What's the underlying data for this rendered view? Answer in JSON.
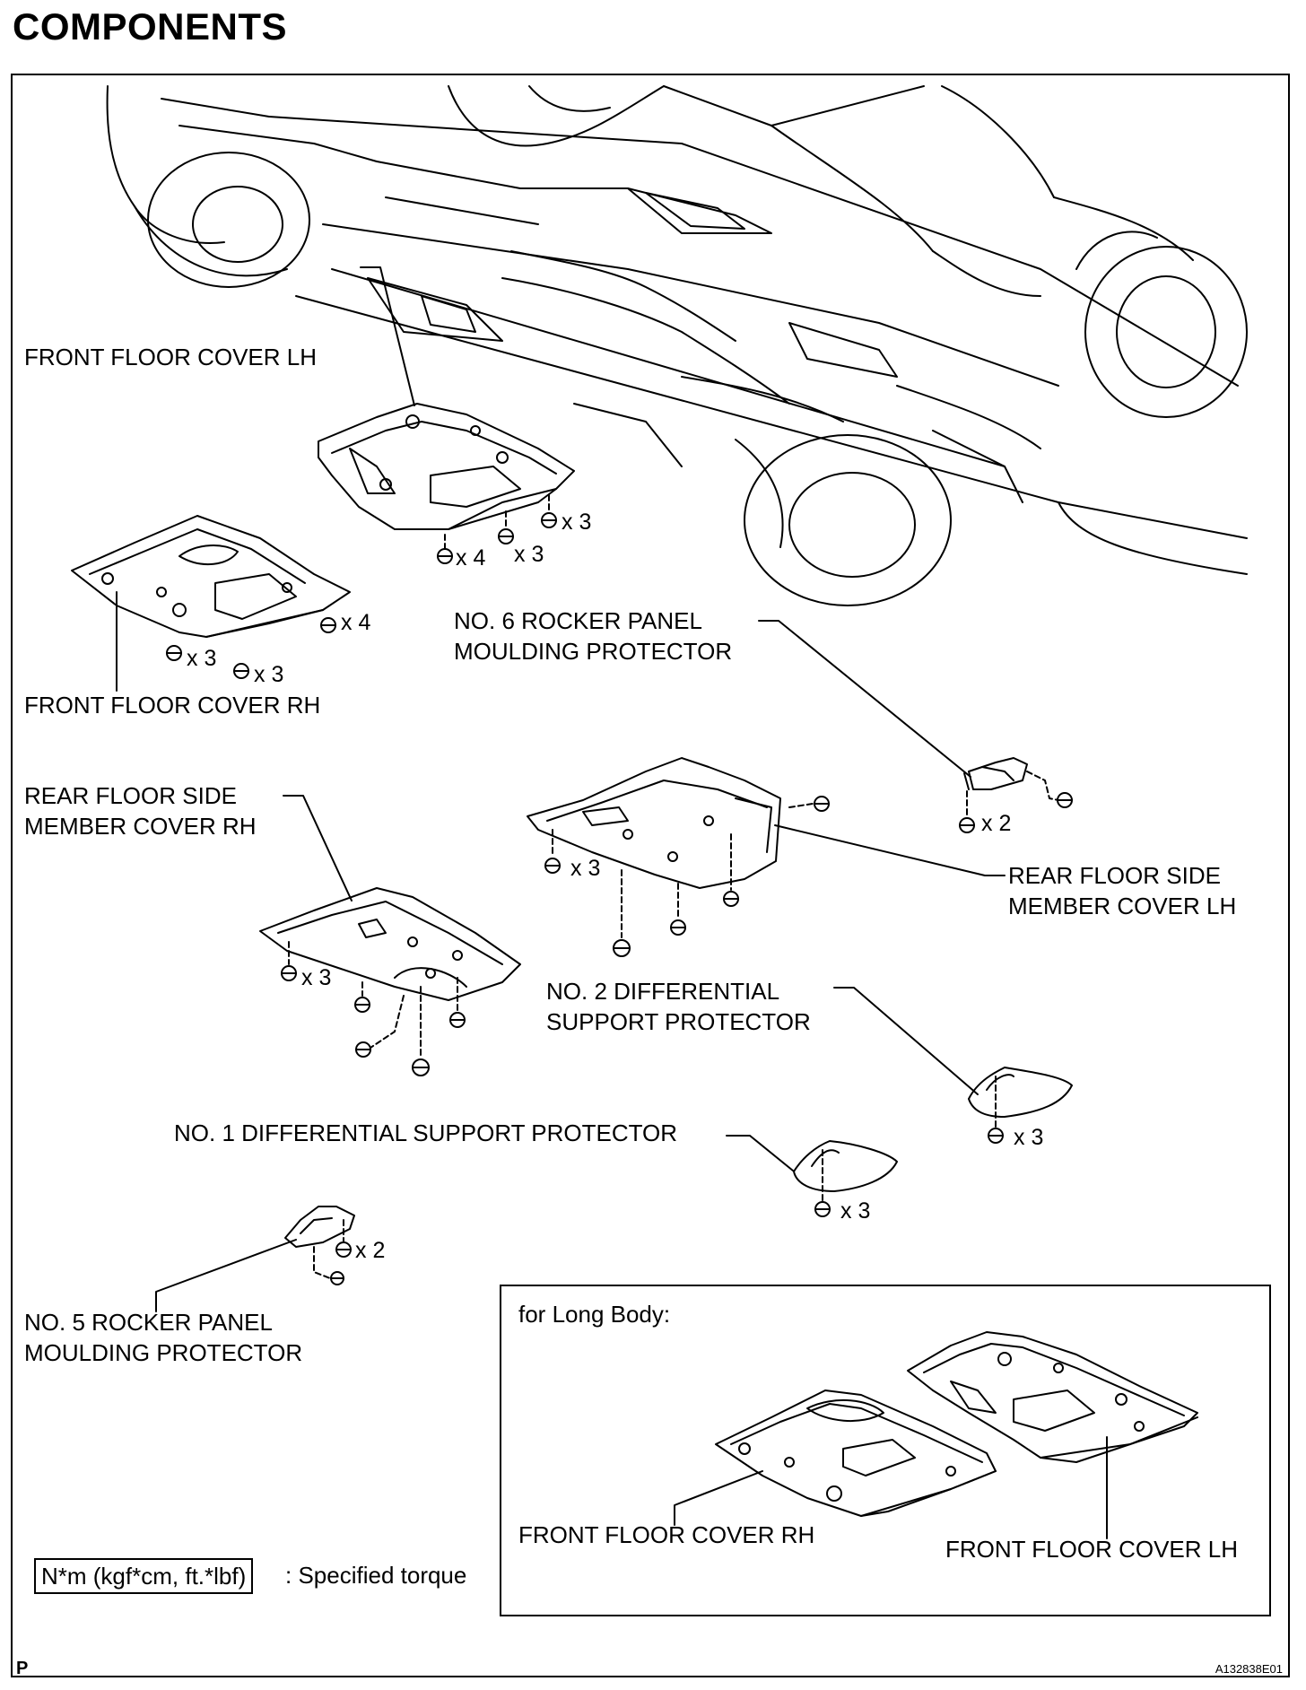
{
  "title": "COMPONENTS",
  "labels": {
    "front_floor_cover_lh": "FRONT FLOOR COVER LH",
    "front_floor_cover_rh": "FRONT FLOOR COVER RH",
    "no6_rocker_line1": "NO. 6 ROCKER PANEL",
    "no6_rocker_line2": "MOULDING PROTECTOR",
    "rear_side_rh_line1": "REAR FLOOR SIDE",
    "rear_side_rh_line2": "MEMBER COVER RH",
    "rear_side_lh_line1": "REAR FLOOR SIDE",
    "rear_side_lh_line2": "MEMBER COVER LH",
    "no2_diff_line1": "NO. 2 DIFFERENTIAL",
    "no2_diff_line2": "SUPPORT PROTECTOR",
    "no1_diff": "NO. 1 DIFFERENTIAL SUPPORT PROTECTOR",
    "no5_rocker_line1": "NO. 5 ROCKER PANEL",
    "no5_rocker_line2": "MOULDING PROTECTOR"
  },
  "quantities": {
    "lh_bolt": "x 3",
    "lh_nut": "x 4",
    "lh_clip": "x 3",
    "rh_nut": "x 4",
    "rh_clip": "x 3",
    "rh_bolt": "x 3",
    "no6": "x 2",
    "rear_lh": "x 3",
    "rear_rh": "x 3",
    "no2": "x 3",
    "no1": "x 3",
    "no5": "x 2"
  },
  "inset": {
    "heading": "for Long Body:",
    "rh_label": "FRONT FLOOR COVER RH",
    "lh_label": "FRONT FLOOR COVER LH"
  },
  "legend": {
    "unit_box": "N*m (kgf*cm, ft.*lbf)",
    "text": ": Specified torque"
  },
  "footer": {
    "left": "P",
    "code": "A132838E01"
  }
}
